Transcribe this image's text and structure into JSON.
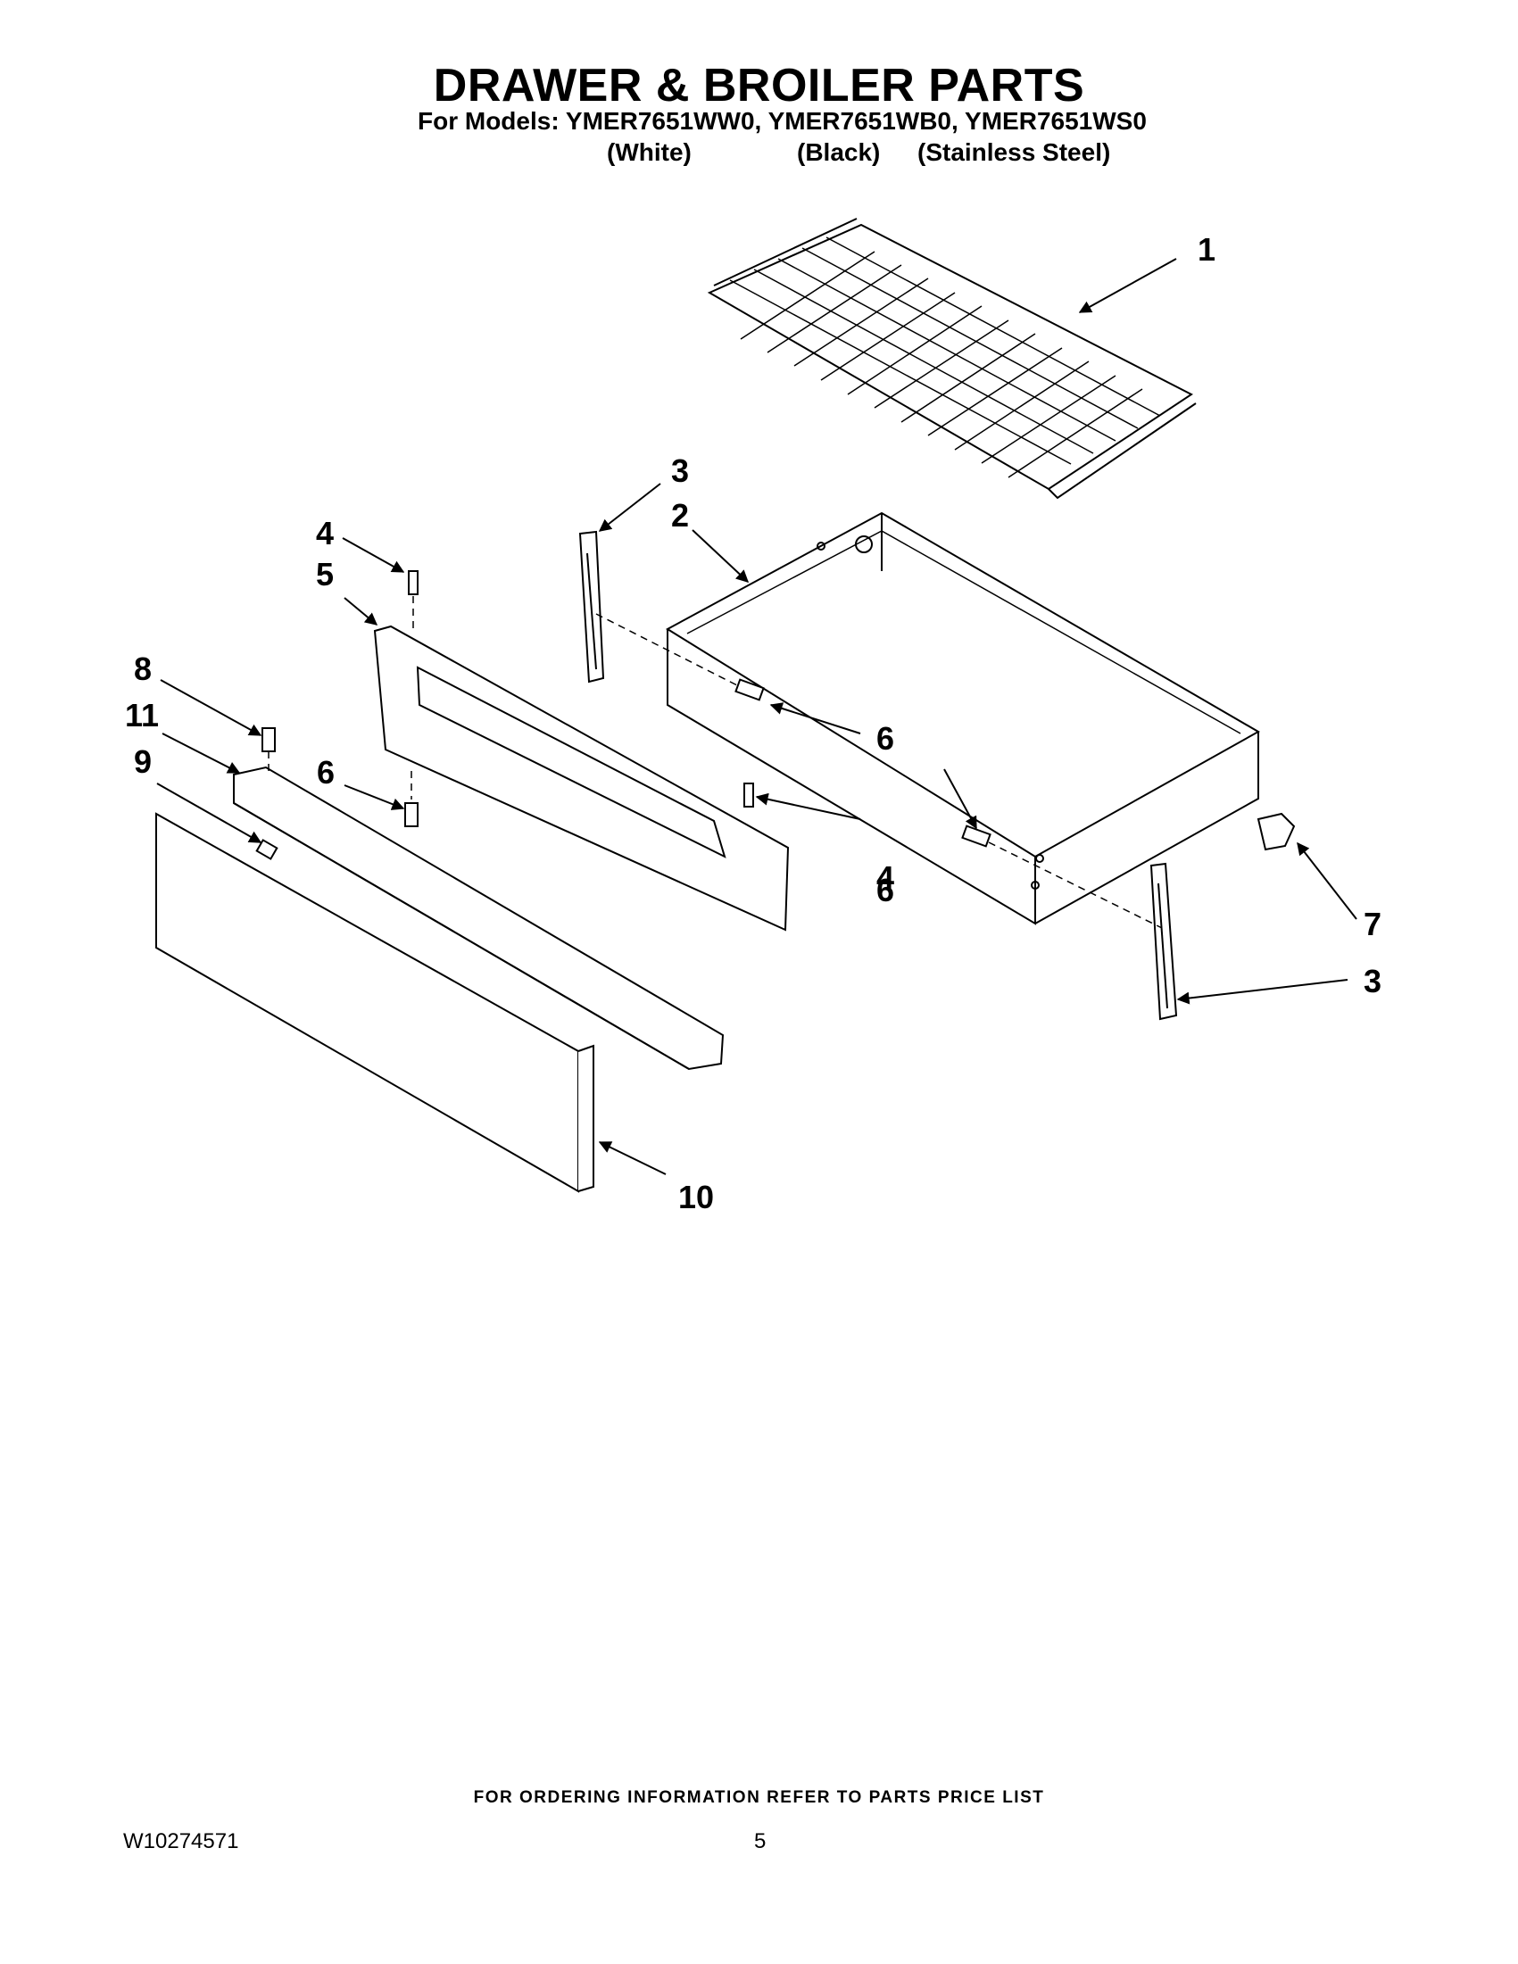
{
  "header": {
    "title": "DRAWER & BROILER PARTS",
    "models_line": "For Models: YMER7651WW0, YMER7651WB0, YMER7651WS0",
    "variants": [
      "(White)",
      "(Black)",
      "(Stainless Steel)"
    ]
  },
  "callouts": {
    "c1": "1",
    "c2": "2",
    "c3a": "3",
    "c3b": "3",
    "c4a": "4",
    "c4b": "4",
    "c5": "5",
    "c6a": "6",
    "c6b": "6",
    "c6c": "6",
    "c7": "7",
    "c8": "8",
    "c9": "9",
    "c10": "10",
    "c11": "11"
  },
  "footer": {
    "note": "FOR ORDERING INFORMATION REFER TO PARTS PRICE LIST",
    "doc_number": "W10274571",
    "page_number": "5"
  }
}
